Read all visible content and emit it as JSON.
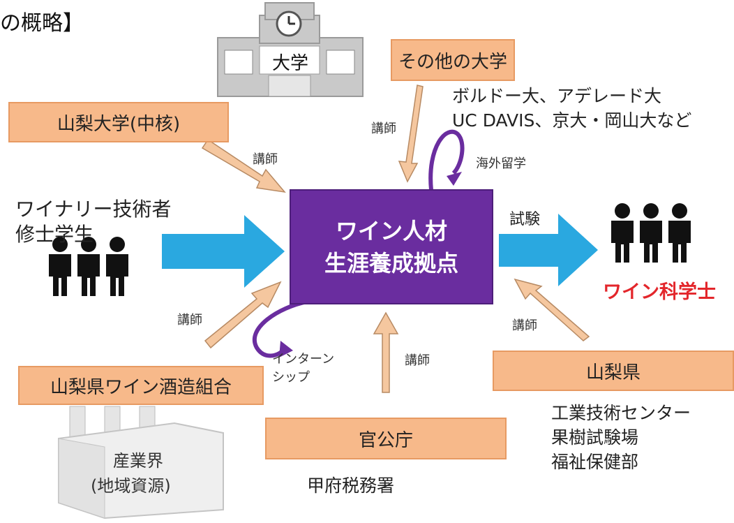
{
  "title_fragment": "の概略】",
  "center": {
    "line1": "ワイン人材",
    "line2": "生涯養成拠点"
  },
  "university_building_label": "大学",
  "boxes": {
    "other_universities": "その他の大学",
    "yamanashi_university": "山梨大学(中核)",
    "winery_union": "山梨県ワイン酒造組合",
    "government": "官公庁",
    "yamanashi_prefecture": "山梨県"
  },
  "other_universities_list": [
    "ボルドー大、アデレード大",
    "UC DAVIS、京大・岡山大など"
  ],
  "students": {
    "line1": "ワイナリー技術者",
    "line2": "修士学生"
  },
  "outcome": "ワイン科学士",
  "labels": {
    "lecturer": "講師",
    "study_abroad": "海外留学",
    "exam": "試験",
    "internship_line1": "インターン",
    "internship_line2": "シップ"
  },
  "government_item": "甲府税務署",
  "prefecture_items": [
    "工業技術センター",
    "果樹試験場",
    "福祉保健部"
  ],
  "industry": {
    "line1": "産業界",
    "line2": "(地域資源)"
  },
  "colors": {
    "center_fill": "#6a2d9f",
    "box_fill": "#f7b98a",
    "big_arrow": "#2aa8e0",
    "small_arrow": "#f5c79f",
    "loop": "#6a2d9f",
    "outcome_text": "#e3262b"
  }
}
